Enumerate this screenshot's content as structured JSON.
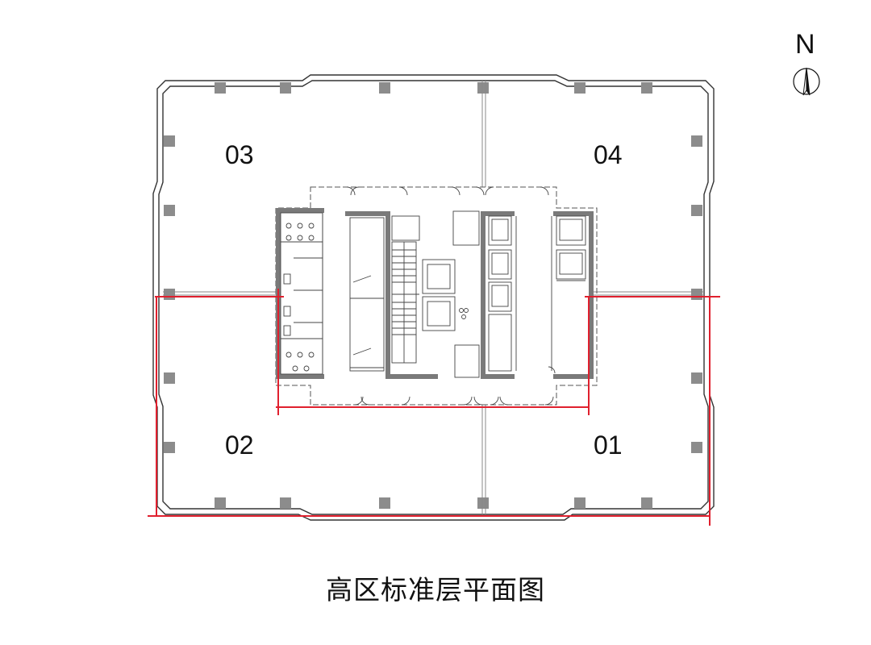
{
  "drawing": {
    "title": "高区标准层平面图",
    "north_label": "N",
    "units": [
      {
        "id": "01",
        "label": "01"
      },
      {
        "id": "02",
        "label": "02"
      },
      {
        "id": "03",
        "label": "03"
      },
      {
        "id": "04",
        "label": "04"
      }
    ]
  },
  "colors": {
    "line": "#333333",
    "column": "#8c8c8c",
    "core_wall": "#7a7a7a",
    "highlight": "#e0202e"
  },
  "icons": [
    "north-arrow-icon"
  ]
}
